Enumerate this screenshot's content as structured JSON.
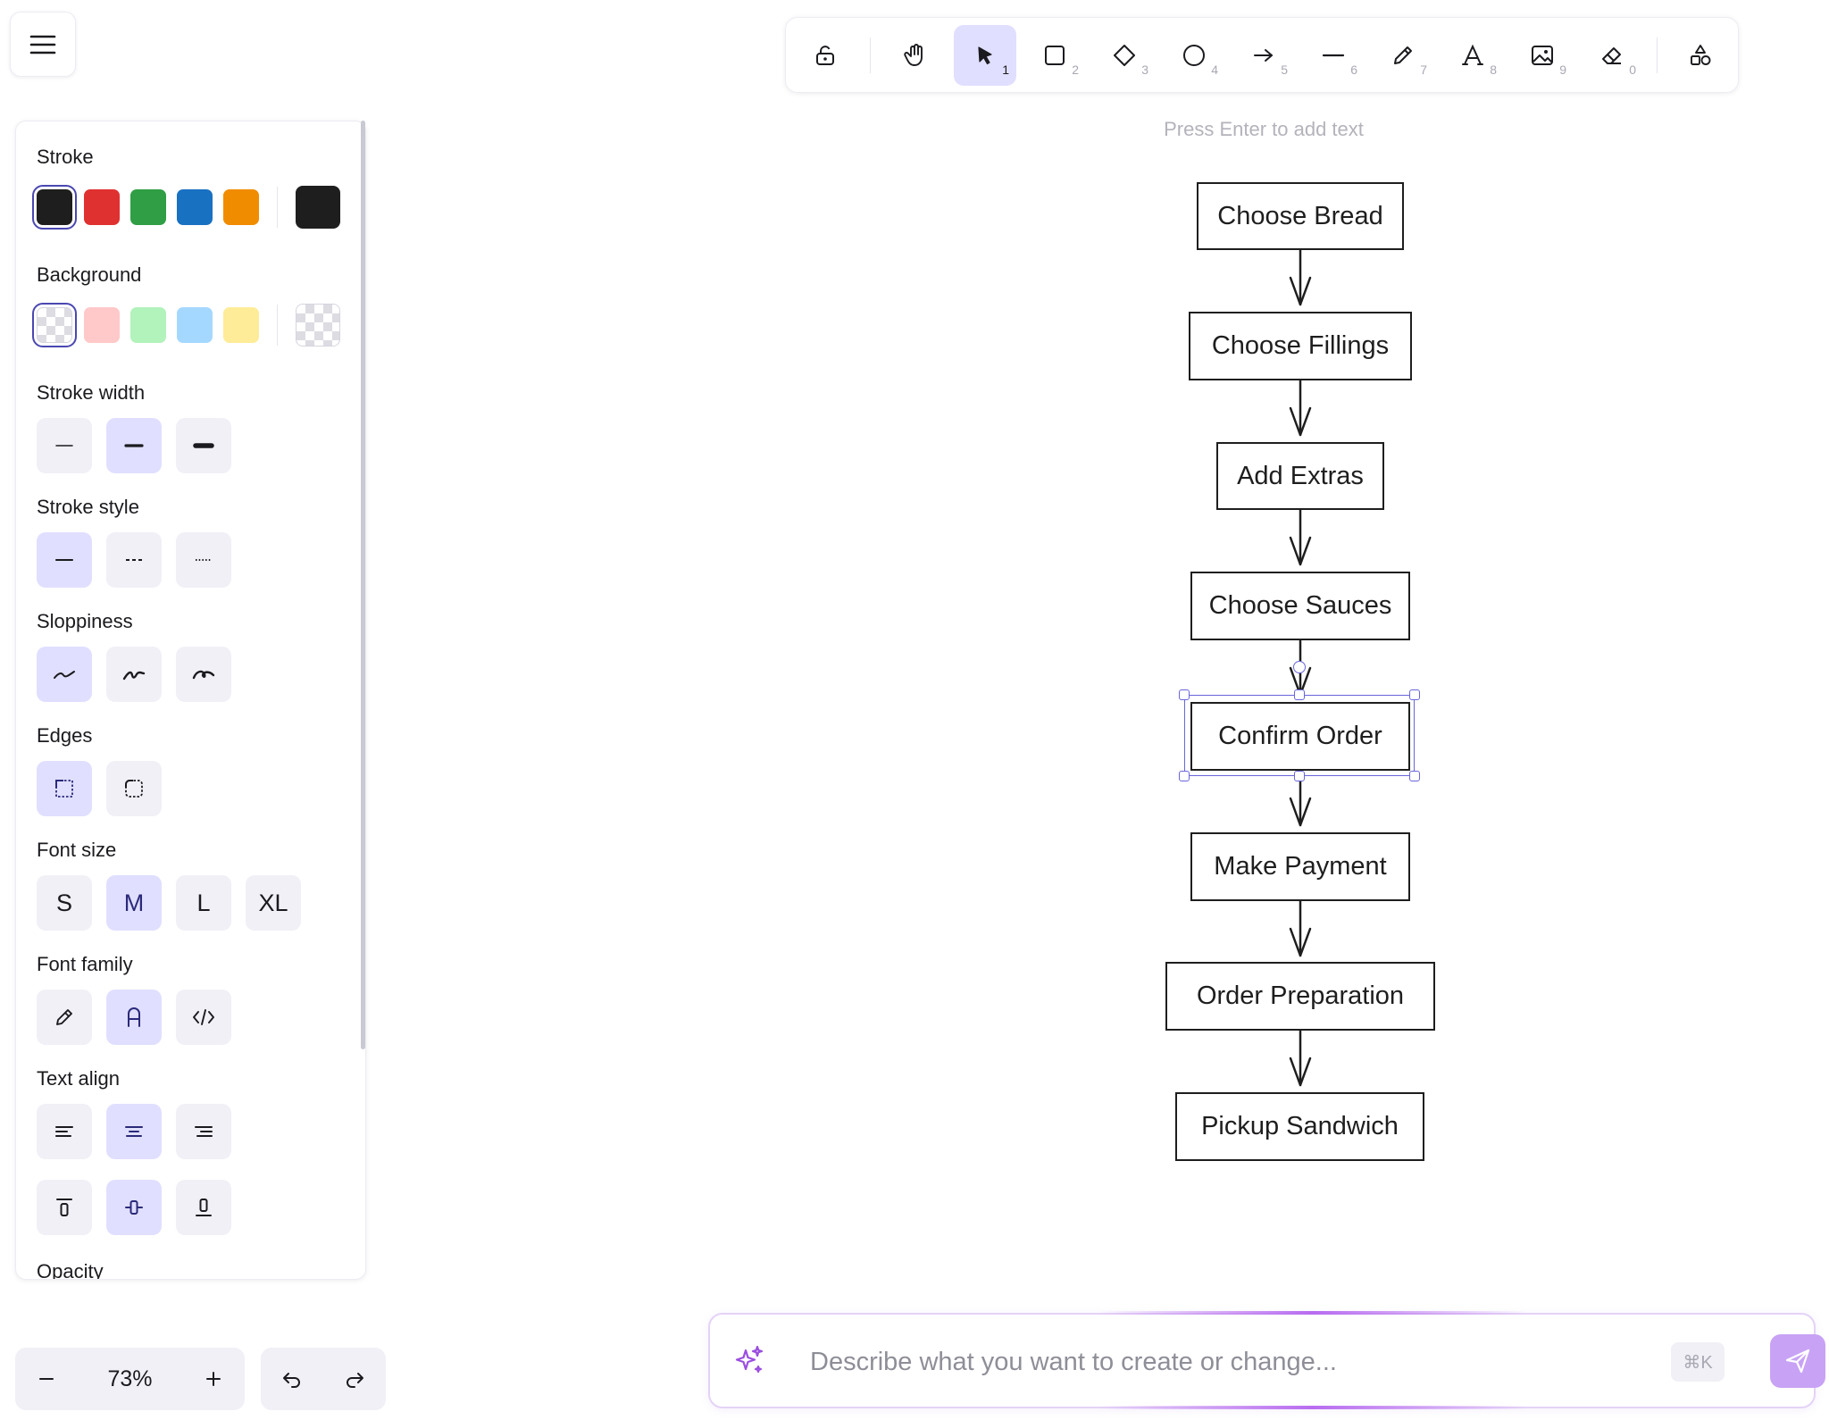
{
  "app": {
    "hint_text": "Press Enter to add text"
  },
  "toolbar": {
    "tools": [
      {
        "name": "lock",
        "key": ""
      },
      {
        "name": "hand",
        "key": ""
      },
      {
        "name": "selection",
        "key": "1"
      },
      {
        "name": "rectangle",
        "key": "2"
      },
      {
        "name": "diamond",
        "key": "3"
      },
      {
        "name": "ellipse",
        "key": "4"
      },
      {
        "name": "arrow",
        "key": "5"
      },
      {
        "name": "line",
        "key": "6"
      },
      {
        "name": "draw",
        "key": "7"
      },
      {
        "name": "text",
        "key": "8"
      },
      {
        "name": "image",
        "key": "9"
      },
      {
        "name": "eraser",
        "key": "0"
      },
      {
        "name": "more-tools",
        "key": ""
      }
    ],
    "active_tool": "selection"
  },
  "panel": {
    "stroke": {
      "label": "Stroke",
      "colors": [
        "#1e1e1e",
        "#e03131",
        "#2f9e44",
        "#1971c2",
        "#f08c00"
      ],
      "selected": "#1e1e1e",
      "current": "#1e1e1e"
    },
    "background": {
      "label": "Background",
      "colors": [
        "transparent",
        "#ffc9c9",
        "#b2f2bb",
        "#a5d8ff",
        "#ffec99"
      ],
      "selected": "transparent",
      "current": "transparent"
    },
    "stroke_width": {
      "label": "Stroke width",
      "selected": "bold"
    },
    "stroke_style": {
      "label": "Stroke style",
      "selected": "solid"
    },
    "sloppiness": {
      "label": "Sloppiness",
      "selected": "architect"
    },
    "edges": {
      "label": "Edges",
      "selected": "sharp"
    },
    "font_size": {
      "label": "Font size",
      "options": [
        "S",
        "M",
        "L",
        "XL"
      ],
      "selected": "M"
    },
    "font_family": {
      "label": "Font family",
      "selected": "normal"
    },
    "text_align": {
      "label": "Text align",
      "selected": "center",
      "vertical_selected": "middle"
    },
    "opacity": {
      "label": "Opacity"
    }
  },
  "zoom": {
    "value": "73%"
  },
  "prompt": {
    "placeholder": "Describe what you want to create or change...",
    "shortcut": "⌘K"
  },
  "flowchart": {
    "nodes": [
      "Choose Bread",
      "Choose Fillings",
      "Add Extras",
      "Choose Sauces",
      "Confirm Order",
      "Make Payment",
      "Order Preparation",
      "Pickup Sandwich"
    ],
    "selected_node": "Confirm Order"
  }
}
